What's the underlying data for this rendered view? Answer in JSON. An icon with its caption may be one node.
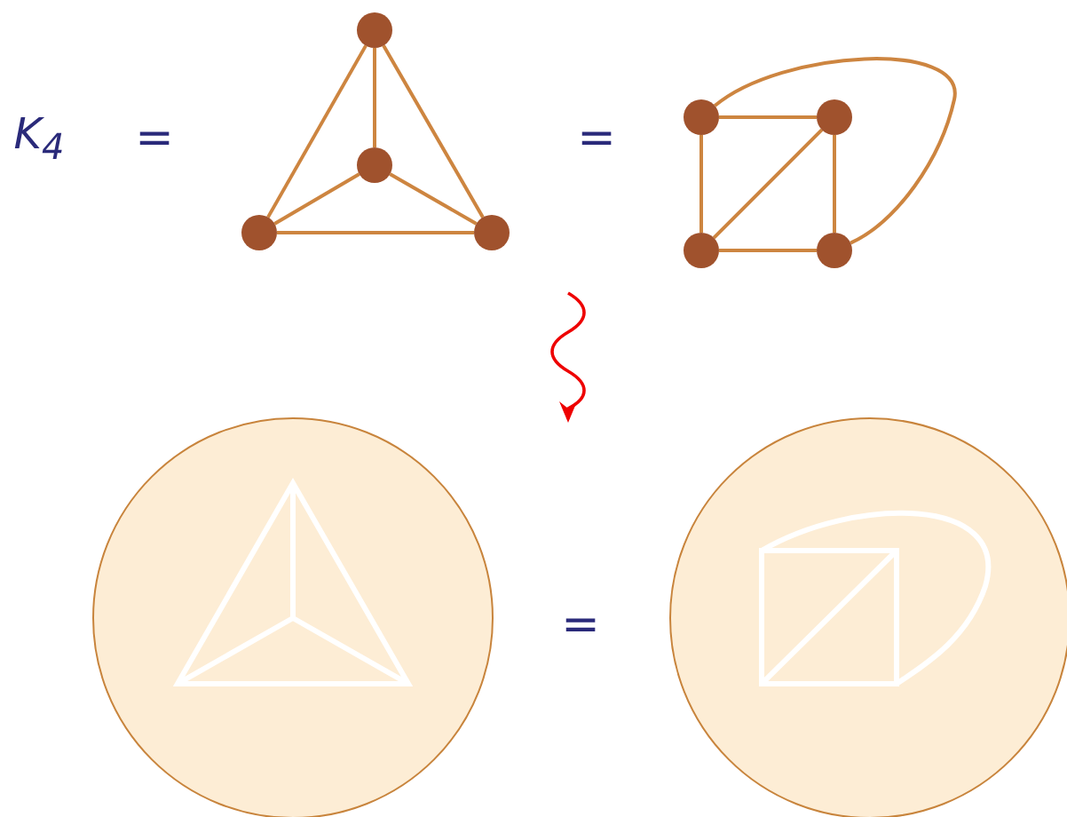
{
  "diagram": {
    "nodes": [
      {
        "text": [],
        "shape": "circle"
      },
      {
        "text": [],
        "shape": "circle"
      },
      {
        "text": [],
        "shape": "circle"
      },
      {
        "text": [],
        "shape": "circle"
      },
      {
        "text": [],
        "shape": "circle"
      },
      {
        "text": [],
        "shape": "circle"
      },
      {
        "text": [],
        "shape": "circle"
      },
      {
        "text": [],
        "shape": "circle"
      },
      {
        "text": [],
        "shape": "circle"
      },
      {
        "text": [],
        "shape": "circle"
      }
    ],
    "edges": [
      {
        "from": 0,
        "to": 1,
        "arrow": "none"
      },
      {
        "from": 0,
        "to": 2,
        "arrow": "none"
      },
      {
        "from": 0,
        "to": 3,
        "arrow": "none"
      },
      {
        "from": 1,
        "to": 2,
        "arrow": "none"
      },
      {
        "from": 1,
        "to": 3,
        "arrow": "none"
      },
      {
        "from": 2,
        "to": 3,
        "arrow": "none"
      },
      {
        "from": 4,
        "to": 5,
        "arrow": "none"
      },
      {
        "from": 4,
        "to": 6,
        "arrow": "none"
      },
      {
        "from": 5,
        "to": 7,
        "arrow": "none"
      },
      {
        "from": 6,
        "to": 7,
        "arrow": "none"
      },
      {
        "from": 6,
        "to": 5,
        "arrow": "none"
      },
      {
        "from": 4,
        "to": 7,
        "arrow": "none"
      }
    ],
    "labels": [
      "K$_{4}$",
      "=",
      "=",
      "="
    ]
  }
}
